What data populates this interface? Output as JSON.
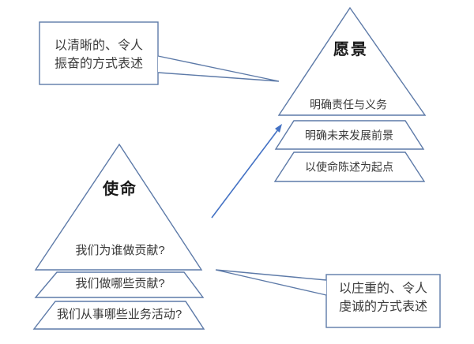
{
  "colors": {
    "background": "#ffffff",
    "shape_outline": "#5d7aa8",
    "arrow": "#4472c4",
    "body_text": "#383838",
    "title_text": "#1a1a1a"
  },
  "callout_top_left": {
    "line1": "以清晰的、令人",
    "line2": "振奋的方式表述"
  },
  "callout_bottom_right": {
    "line1": "以庄重的、令人",
    "line2": "虔诚的方式表述"
  },
  "mission_pyramid": {
    "title": "使命",
    "layers": [
      "我们为谁做贡献?",
      "我们做哪些贡献?",
      "我们从事哪些业务活动?"
    ]
  },
  "vision_pyramid": {
    "title": "愿景",
    "layers": [
      "明确责任与义务",
      "明确未来发展前景",
      "以使命陈述为起点"
    ]
  }
}
